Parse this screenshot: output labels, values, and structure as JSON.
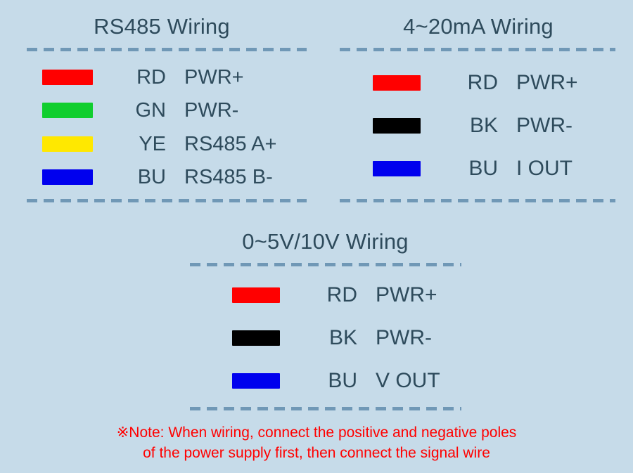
{
  "canvas": {
    "background_color": "#c6dbe9",
    "text_color": "#2e4b5c",
    "rule_color": "#7098b6",
    "note_color": "#ff0000"
  },
  "panels": [
    {
      "id": "rs485",
      "title": "RS485 Wiring",
      "rows": [
        {
          "color_name": "red",
          "color_hex": "#ff0000",
          "code": "RD",
          "function": "PWR+"
        },
        {
          "color_name": "green",
          "color_hex": "#10ce2e",
          "code": "GN",
          "function": "PWR-"
        },
        {
          "color_name": "yellow",
          "color_hex": "#ffe800",
          "code": "YE",
          "function": "RS485 A+"
        },
        {
          "color_name": "blue",
          "color_hex": "#0000ee",
          "code": "BU",
          "function": "RS485 B-"
        }
      ]
    },
    {
      "id": "current-loop",
      "title": "4~20mA Wiring",
      "rows": [
        {
          "color_name": "red",
          "color_hex": "#ff0000",
          "code": "RD",
          "function": "PWR+"
        },
        {
          "color_name": "black",
          "color_hex": "#000000",
          "code": "BK",
          "function": "PWR-"
        },
        {
          "color_name": "blue",
          "color_hex": "#0000ee",
          "code": "BU",
          "function": "I OUT"
        }
      ]
    },
    {
      "id": "voltage",
      "title": "0~5V/10V Wiring",
      "rows": [
        {
          "color_name": "red",
          "color_hex": "#ff0000",
          "code": "RD",
          "function": "PWR+"
        },
        {
          "color_name": "black",
          "color_hex": "#000000",
          "code": "BK",
          "function": "PWR-"
        },
        {
          "color_name": "blue",
          "color_hex": "#0000ee",
          "code": "BU",
          "function": "V OUT"
        }
      ]
    }
  ],
  "note": {
    "marker": "※",
    "line1": "※Note: When wiring, connect the positive and negative poles",
    "line2": "of the power supply first, then connect the signal wire"
  }
}
